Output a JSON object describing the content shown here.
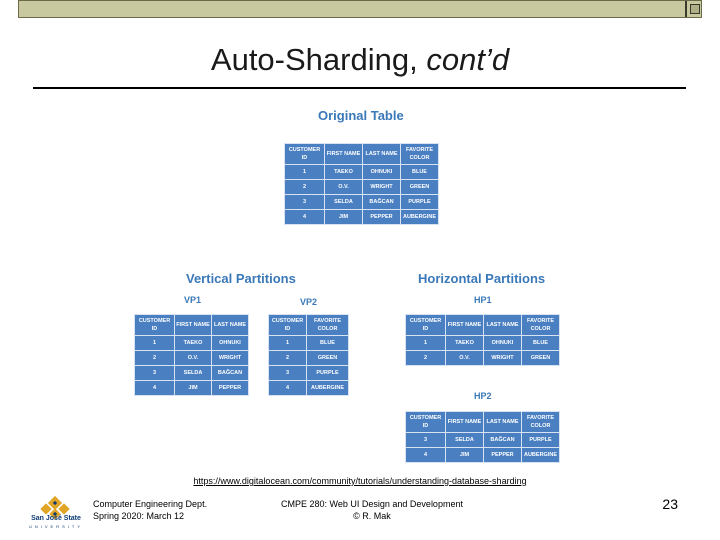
{
  "slide": {
    "title_main": "Auto-Sharding,",
    "title_sub": "cont’d",
    "source_url": "https://www.digitalocean.com/community/tutorials/understanding-database-sharding",
    "page_number": "23"
  },
  "diagram": {
    "original_heading": "Original Table",
    "vertical_heading": "Vertical Partitions",
    "horizontal_heading": "Horizontal Partitions",
    "vp1_label": "VP1",
    "vp2_label": "VP2",
    "hp1_label": "HP1",
    "hp2_label": "HP2",
    "headers": {
      "customer_id": "CUSTOMER ID",
      "first_name": "FIRST NAME",
      "last_name": "LAST NAME",
      "favorite_color": "FAVORITE COLOR"
    },
    "rows": [
      {
        "id": "1",
        "first": "TAEKO",
        "last": "OHNUKI",
        "color": "BLUE"
      },
      {
        "id": "2",
        "first": "O.V.",
        "last": "WRIGHT",
        "color": "GREEN"
      },
      {
        "id": "3",
        "first": "SELDA",
        "last": "BAĞCAN",
        "color": "PURPLE"
      },
      {
        "id": "4",
        "first": "JIM",
        "last": "PEPPER",
        "color": "AUBERGINE"
      }
    ]
  },
  "footer": {
    "dept_line1": "Computer Engineering Dept.",
    "dept_line2": "Spring 2020: March 12",
    "course_line1": "CMPE 280: Web UI Design and Development",
    "course_line2": "© R. Mak",
    "logo_name": "San José State",
    "logo_sub": "UNIVERSITY"
  },
  "colors": {
    "heading_blue": "#3a78b8",
    "cell_blue": "#4a7fc1"
  }
}
